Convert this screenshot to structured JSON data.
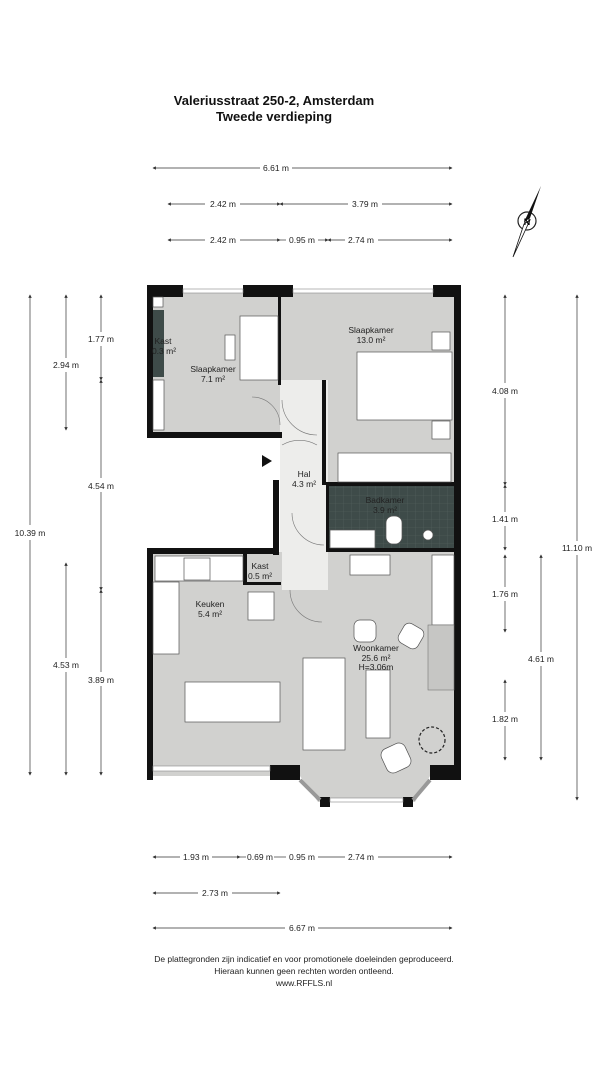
{
  "header": {
    "address": "Valeriusstraat 250-2, Amsterdam",
    "floor": "Tweede verdieping"
  },
  "rooms": [
    {
      "name": "Kast",
      "area": "0.3 m²"
    },
    {
      "name": "Slaapkamer",
      "area": "7.1 m²"
    },
    {
      "name": "Slaapkamer",
      "area": "13.0 m²"
    },
    {
      "name": "Hal",
      "area": "4.3 m²"
    },
    {
      "name": "Badkamer",
      "area": "3.9 m²"
    },
    {
      "name": "Kast",
      "area": "0.5 m²"
    },
    {
      "name": "Keuken",
      "area": "5.4 m²"
    },
    {
      "name": "Woonkamer",
      "area": "25.6 m²",
      "height": "H=3.06m"
    }
  ],
  "dimensions": {
    "top": [
      "6.61 m",
      "2.42 m",
      "3.79 m",
      "2.42 m",
      "0.95 m",
      "2.74 m"
    ],
    "left": [
      "10.39 m",
      "2.94 m",
      "4.53 m",
      "1.77 m",
      "4.54 m",
      "3.89 m"
    ],
    "right": [
      "4.08 m",
      "1.41 m",
      "1.76 m",
      "1.82 m",
      "4.61 m",
      "11.10 m"
    ],
    "bottom": [
      "1.93 m",
      "0.69 m",
      "0.95 m",
      "2.74 m",
      "2.73 m",
      "6.67 m"
    ]
  },
  "compass": {
    "label": "N"
  },
  "footer": [
    "De plattegronden zijn indicatief en voor promotionele doeleinden geproduceerd.",
    "Hieraan kunnen geen rechten worden ontleend.",
    "www.RFFLS.nl"
  ],
  "colors": {
    "room": "#d1d1cf",
    "hall": "#ededeb",
    "bathroom": "#3e4b49",
    "wall": "#111111"
  }
}
